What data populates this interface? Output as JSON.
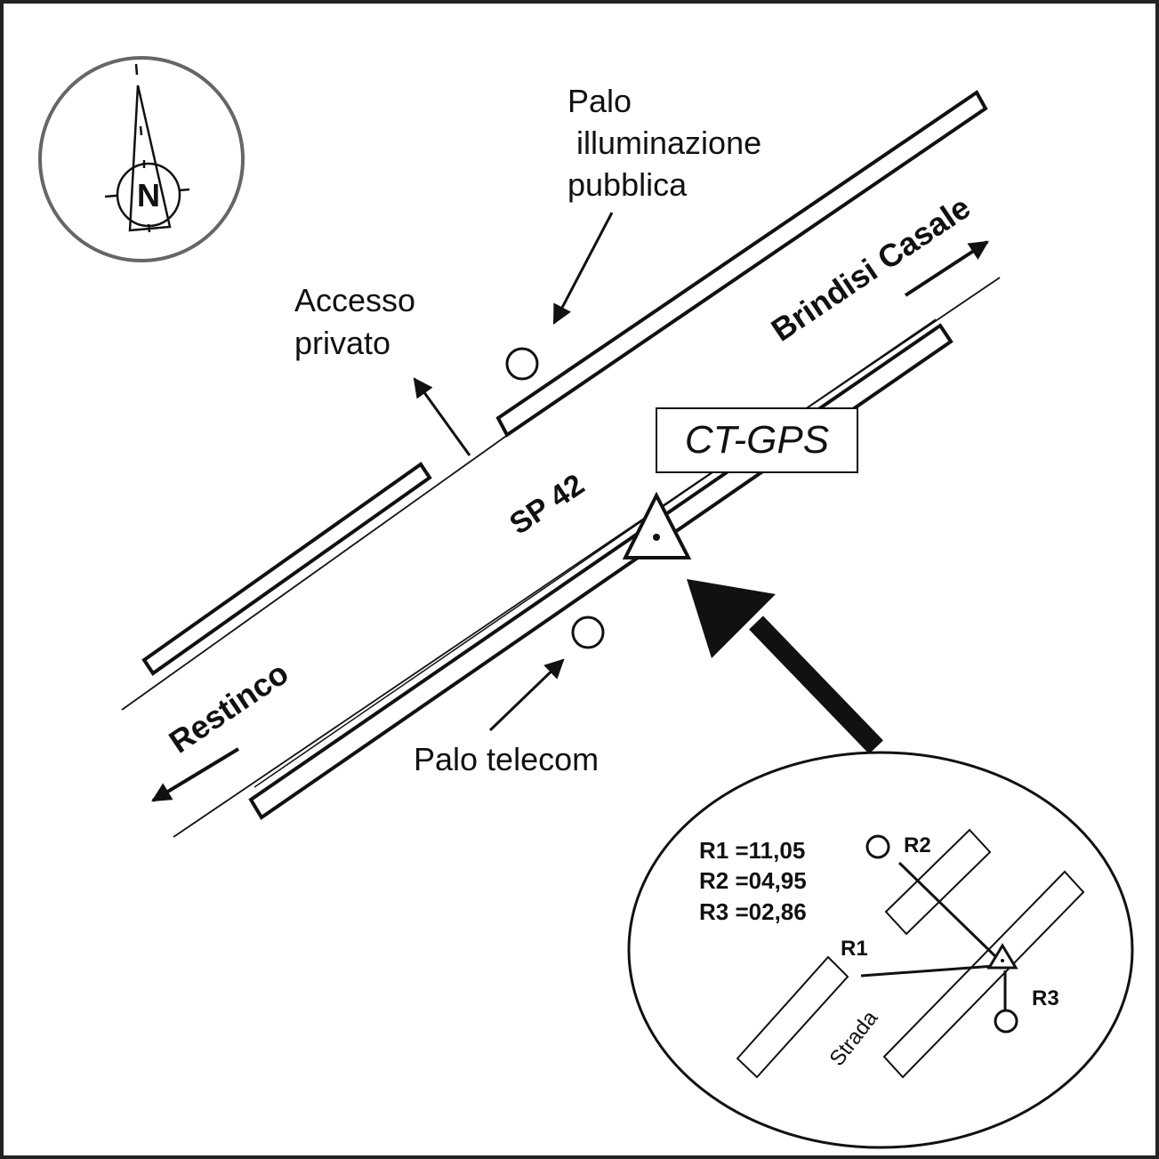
{
  "colors": {
    "ink": "#111111",
    "compass_ring": "#666666",
    "frame": "#222222",
    "background": "#ffffff"
  },
  "compass": {
    "letter": "N",
    "icon": "north-arrow-icon"
  },
  "labels": {
    "palo_illuminazione": [
      "Palo",
      " illuminazione",
      "pubblica"
    ],
    "accesso_privato": [
      "Accesso",
      "privato"
    ],
    "brindisi_casale": "Brindisi Casale",
    "restinco": "Restinco",
    "sp42": "SP 42",
    "ct_gps": "CT-GPS",
    "palo_telecom": "Palo telecom"
  },
  "inset": {
    "measurements": [
      {
        "ref": "R1",
        "text": "R1 =11,05",
        "value": 11.05
      },
      {
        "ref": "R2",
        "text": "R2 =04,95",
        "value": 4.95
      },
      {
        "ref": "R3",
        "text": "R3 =02,86",
        "value": 2.86
      }
    ],
    "tags": {
      "r1": "R1",
      "r2": "R2",
      "r3": "R3"
    },
    "road_label": "Strada"
  }
}
